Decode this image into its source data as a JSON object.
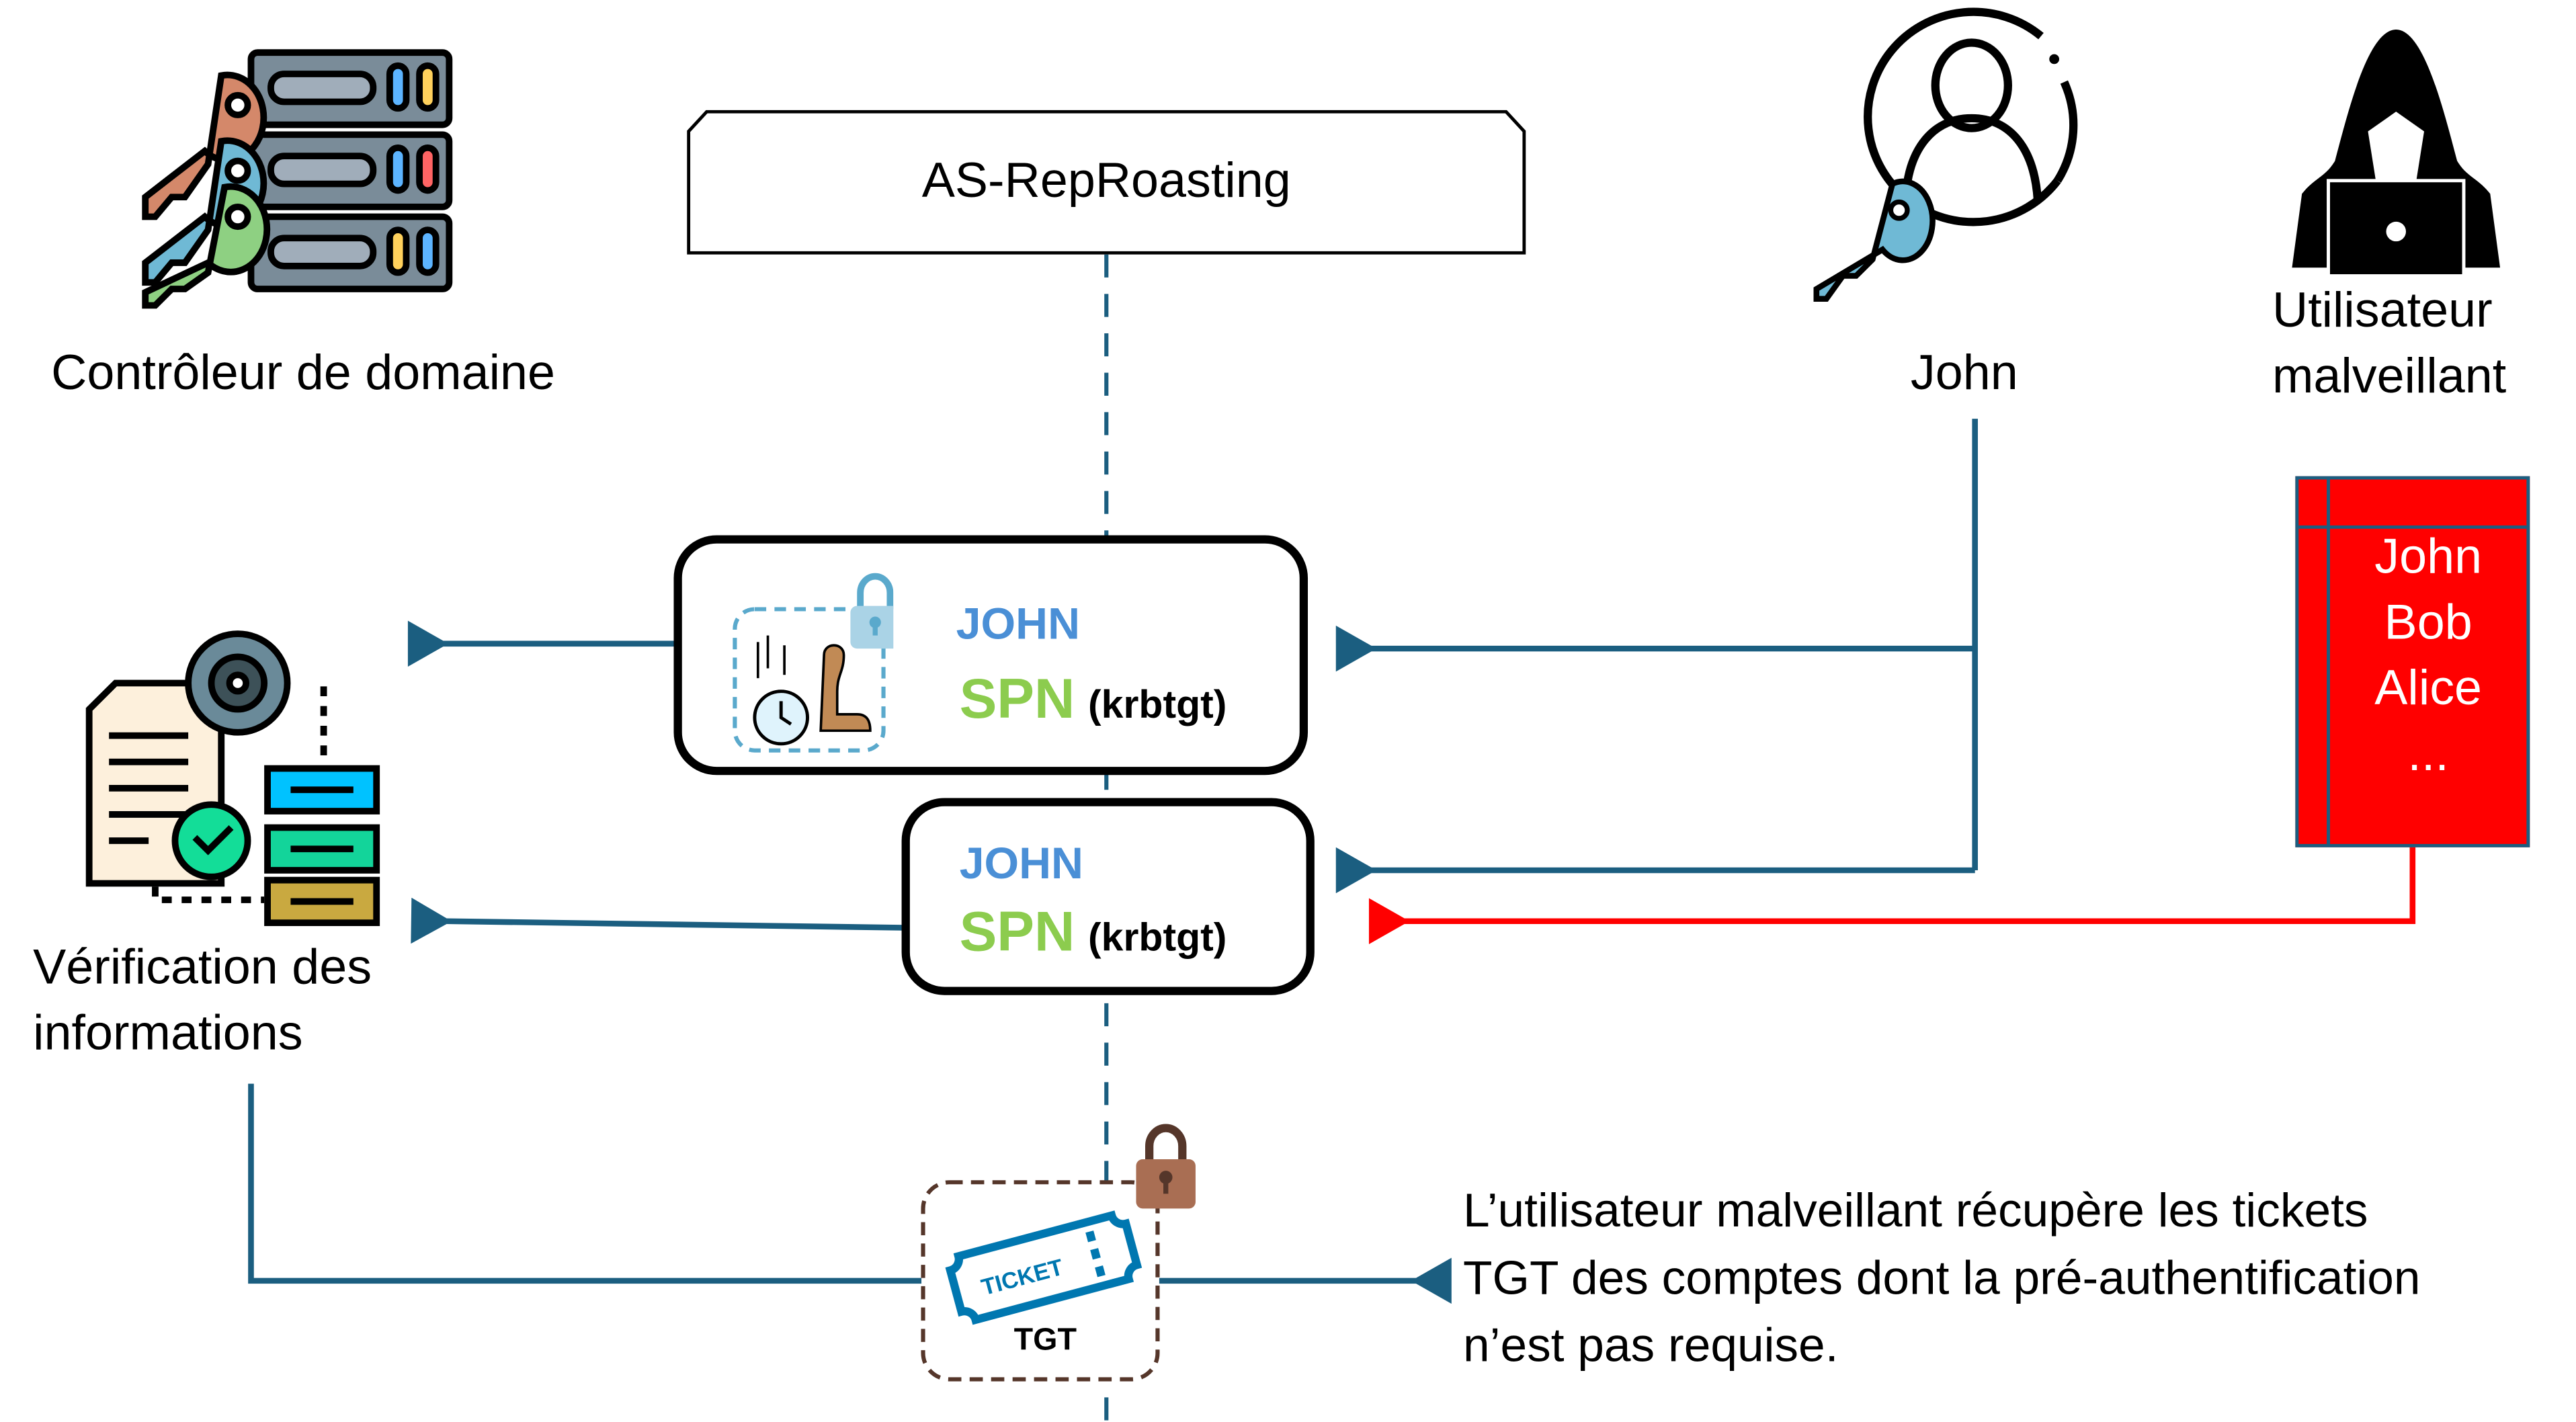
{
  "title": "AS-RepRoasting",
  "actors": {
    "domain_controller": {
      "label": "Contrôleur de domaine",
      "icon": "server-keys-icon"
    },
    "verification": {
      "label_line1": "Vérification des",
      "label_line2": "informations",
      "icon": "document-gear-check-icon"
    },
    "john": {
      "label": "John",
      "icon": "user-key-icon"
    },
    "attacker": {
      "label_line1": "Utilisateur",
      "label_line2": "malveillant",
      "icon": "hacker-laptop-icon"
    }
  },
  "messages": [
    {
      "user": "JOHN",
      "spn": "SPN",
      "service": "(krbtgt)",
      "has_timestamp": true,
      "icons": [
        "timestamp-stamp-icon",
        "padlock-icon"
      ]
    },
    {
      "user": "JOHN",
      "spn": "SPN",
      "service": "(krbtgt)",
      "has_timestamp": false
    }
  ],
  "user_list": {
    "names": [
      "John",
      "Bob",
      "Alice",
      "..."
    ]
  },
  "ticket": {
    "ticket_text": "TICKET",
    "label": "TGT",
    "icons": [
      "ticket-icon",
      "padlock-icon"
    ]
  },
  "note": {
    "lines": [
      "L’utilisateur malveillant récupère les tickets",
      "TGT des comptes dont la pré-authentification",
      "n’est pas requise."
    ]
  },
  "colors": {
    "flow_arrow": "#1b5e80",
    "attack_arrow": "#ff0000",
    "list_fill": "#ff0000",
    "john_text": "#4a8fd6",
    "spn_text": "#8ccc4e",
    "ticket_blue": "#0077b0",
    "ticket_border": "#55362a"
  }
}
